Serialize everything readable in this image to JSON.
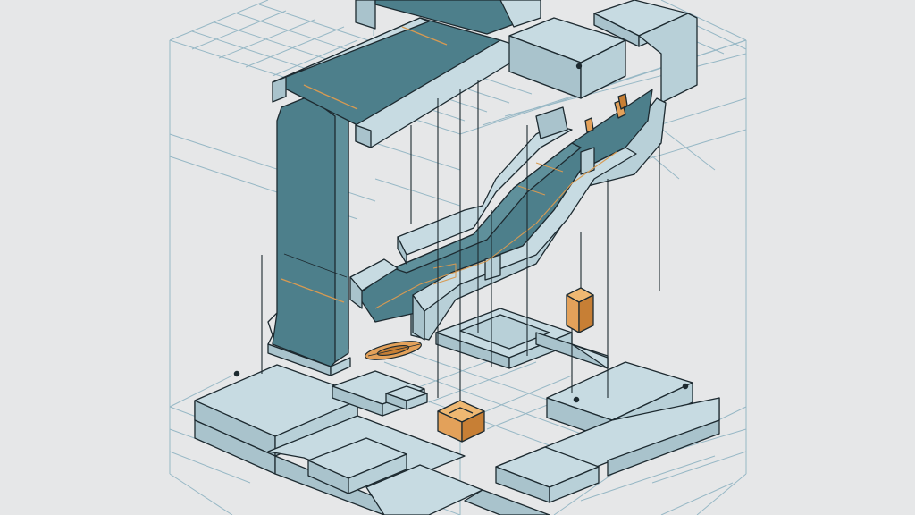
{
  "scene": {
    "kind": "isometric-illustration",
    "palette": {
      "background": "#e6e7e8",
      "grid_line": "#8fb3c2",
      "panel_top": "#c7dbe2",
      "panel_left": "#a9c3cc",
      "panel_right": "#b8d0d8",
      "outline": "#1d2a30",
      "channel_dark": "#4d7f8b",
      "channel_mid": "#5f909b",
      "accent_orange": "#e3a15a",
      "accent_orange_dark": "#c77f35",
      "accent_line": "#d79a52"
    },
    "elements": [
      "wireframe-grid",
      "base-platform",
      "ramp-channel",
      "upper-beam",
      "vertical-chute",
      "suspended-cube",
      "suspended-box",
      "small-ledge-block",
      "disc-platter"
    ]
  }
}
